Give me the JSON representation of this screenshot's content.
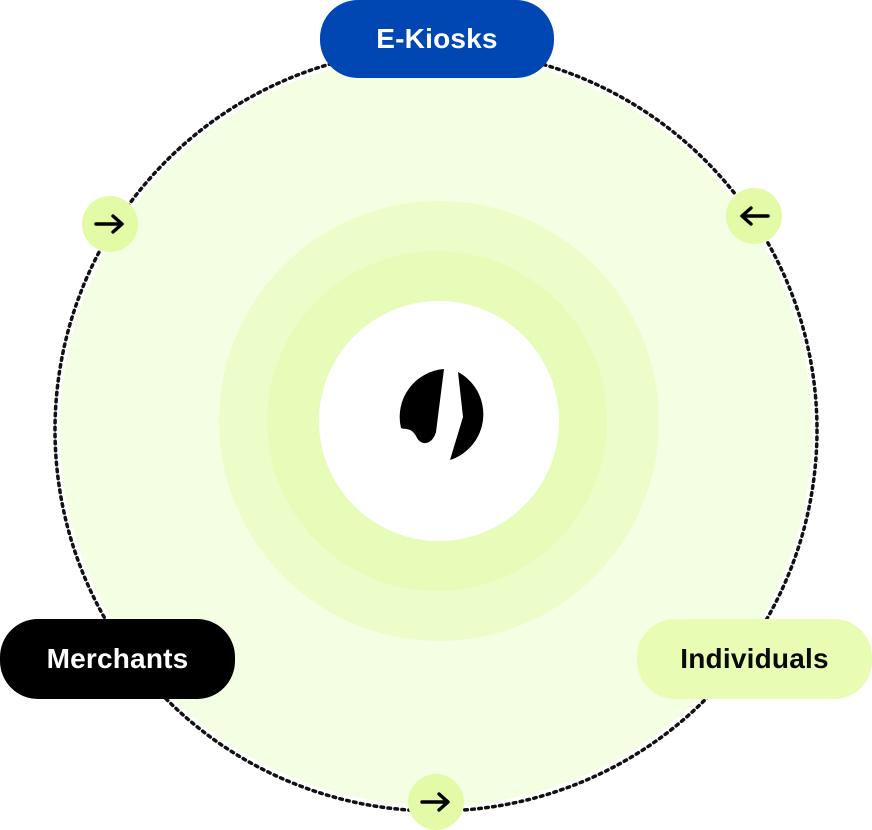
{
  "nodes": {
    "top": {
      "label": "E-Kiosks",
      "color": "#0047b3",
      "text_color": "#ffffff"
    },
    "left": {
      "label": "Merchants",
      "color": "#000000",
      "text_color": "#ffffff"
    },
    "right": {
      "label": "Individuals",
      "color": "#e8fcb4",
      "text_color": "#0a0a0a"
    }
  },
  "connectors": [
    {
      "position": "upper-left",
      "direction": "right",
      "icon": "arrow-right-icon"
    },
    {
      "position": "upper-right",
      "direction": "left",
      "icon": "arrow-left-icon"
    },
    {
      "position": "bottom",
      "direction": "right",
      "icon": "arrow-right-icon"
    }
  ],
  "center": {
    "logo": "brand-logo-icon"
  },
  "colors": {
    "outer_fill": "#f4fee3",
    "ring_outer": "#ecfdca",
    "ring_inner": "#e6fcb8",
    "core": "#ffffff",
    "orbit_dots": "#111111",
    "accent": "#e3fba6",
    "logo": "#000000"
  }
}
